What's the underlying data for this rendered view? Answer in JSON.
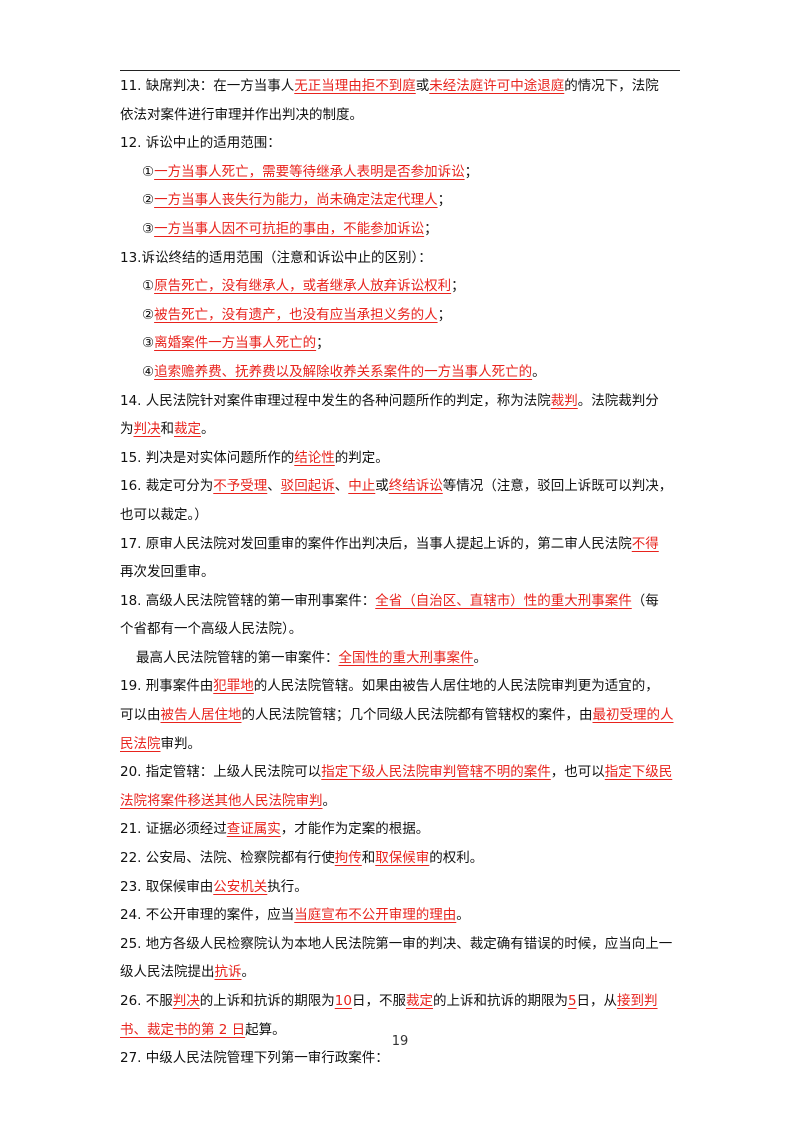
{
  "colors": {
    "highlight": "#e8231d",
    "text": "#111111"
  },
  "lines": [
    {
      "indent": 0,
      "segs": [
        [
          "11. 缺席判决：在一方当事人",
          0
        ],
        [
          "无正当理由拒不到庭",
          1
        ],
        [
          "或",
          0
        ],
        [
          "未经法庭许可中途退庭",
          1
        ],
        [
          "的情况下，法院",
          0
        ]
      ]
    },
    {
      "indent": 0,
      "segs": [
        [
          "依法对案件进行审理并作出判决的制度。",
          0
        ]
      ]
    },
    {
      "indent": 0,
      "segs": [
        [
          "12. 诉讼中止的适用范围：",
          0
        ]
      ]
    },
    {
      "indent": 1,
      "segs": [
        [
          "①",
          0
        ],
        [
          "一方当事人死亡，需要等待继承人表明是否参加诉讼",
          1
        ],
        [
          "；",
          0
        ]
      ]
    },
    {
      "indent": 1,
      "segs": [
        [
          "②",
          0
        ],
        [
          "一方当事人丧失行为能力，尚未确定法定代理人",
          1
        ],
        [
          "；",
          0
        ]
      ]
    },
    {
      "indent": 1,
      "segs": [
        [
          "③",
          0
        ],
        [
          "一方当事人因不可抗拒的事由，不能参加诉讼",
          1
        ],
        [
          "；",
          0
        ]
      ]
    },
    {
      "indent": 0,
      "segs": [
        [
          "13.诉讼终结的适用范围（注意和诉讼中止的区别）：",
          0
        ]
      ]
    },
    {
      "indent": 1,
      "segs": [
        [
          "①",
          0
        ],
        [
          "原告死亡，没有继承人，或者继承人放弃诉讼权利",
          1
        ],
        [
          "；",
          0
        ]
      ]
    },
    {
      "indent": 1,
      "segs": [
        [
          "②",
          0
        ],
        [
          "被告死亡，没有遗产，也没有应当承担义务的人",
          1
        ],
        [
          "；",
          0
        ]
      ]
    },
    {
      "indent": 1,
      "segs": [
        [
          "③",
          0
        ],
        [
          "离婚案件一方当事人死亡的",
          1
        ],
        [
          "；",
          0
        ]
      ]
    },
    {
      "indent": 1,
      "segs": [
        [
          "④",
          0
        ],
        [
          "追索赡养费、抚养费以及解除收养关系案件的一方当事人死亡的",
          1
        ],
        [
          "。",
          0
        ]
      ]
    },
    {
      "indent": 0,
      "segs": [
        [
          "14. 人民法院针对案件审理过程中发生的各种问题所作的判定，称为法院",
          0
        ],
        [
          "裁判",
          1
        ],
        [
          "。法院裁判分",
          0
        ]
      ]
    },
    {
      "indent": 0,
      "segs": [
        [
          "为",
          0
        ],
        [
          "判决",
          1
        ],
        [
          "和",
          0
        ],
        [
          "裁定",
          1
        ],
        [
          "。",
          0
        ]
      ]
    },
    {
      "indent": 0,
      "segs": [
        [
          "15. 判决是对实体问题所作的",
          0
        ],
        [
          "结论性",
          1
        ],
        [
          "的判定。",
          0
        ]
      ]
    },
    {
      "indent": 0,
      "segs": [
        [
          "16. 裁定可分为",
          0
        ],
        [
          "不予受理",
          1
        ],
        [
          "、",
          0
        ],
        [
          "驳回起诉",
          1
        ],
        [
          "、",
          0
        ],
        [
          "中止",
          1
        ],
        [
          "或",
          0
        ],
        [
          "终结诉讼",
          1
        ],
        [
          "等情况（注意，驳回上诉既可以判决，",
          0
        ]
      ]
    },
    {
      "indent": 0,
      "segs": [
        [
          "也可以裁定。）",
          0
        ]
      ]
    },
    {
      "indent": 0,
      "segs": [
        [
          "17. 原审人民法院对发回重审的案件作出判决后，当事人提起上诉的，第二审人民法院",
          0
        ],
        [
          "不得",
          1
        ]
      ]
    },
    {
      "indent": 0,
      "segs": [
        [
          "再次发回重审。",
          0
        ]
      ]
    },
    {
      "indent": 0,
      "segs": [
        [
          "18. 高级人民法院管辖的第一审刑事案件：",
          0
        ],
        [
          "全省（自治区、直辖市）性的重大刑事案件",
          1
        ],
        [
          "（每",
          0
        ]
      ]
    },
    {
      "indent": 0,
      "segs": [
        [
          "个省都有一个高级人民法院）。",
          0
        ]
      ]
    },
    {
      "indent": 2,
      "segs": [
        [
          "最高人民法院管辖的第一审案件：",
          0
        ],
        [
          "全国性的重大刑事案件",
          1
        ],
        [
          "。",
          0
        ]
      ]
    },
    {
      "indent": 0,
      "segs": [
        [
          "19. 刑事案件由",
          0
        ],
        [
          "犯罪地",
          1
        ],
        [
          "的人民法院管辖。如果由被告人居住地的人民法院审判更为适宜的，",
          0
        ]
      ]
    },
    {
      "indent": 0,
      "segs": [
        [
          "可以由",
          0
        ],
        [
          "被告人居住地",
          1
        ],
        [
          "的人民法院管辖；几个同级人民法院都有管辖权的案件，由",
          0
        ],
        [
          "最初受理的人",
          1
        ]
      ]
    },
    {
      "indent": 0,
      "segs": [
        [
          "民法院",
          1
        ],
        [
          "审判。",
          0
        ]
      ]
    },
    {
      "indent": 0,
      "segs": [
        [
          "20. 指定管辖：上级人民法院可以",
          0
        ],
        [
          "指定下级人民法院审判管辖不明的案件",
          1
        ],
        [
          "，也可以",
          0
        ],
        [
          "指定下级民",
          1
        ]
      ]
    },
    {
      "indent": 0,
      "segs": [
        [
          "法院将案件移送其他人民法院审判",
          1
        ],
        [
          "。",
          0
        ]
      ]
    },
    {
      "indent": 0,
      "segs": [
        [
          "21. 证据必须经过",
          0
        ],
        [
          "查证属实",
          1
        ],
        [
          "，才能作为定案的根据。",
          0
        ]
      ]
    },
    {
      "indent": 0,
      "segs": [
        [
          "22. 公安局、法院、检察院都有行使",
          0
        ],
        [
          "拘传",
          1
        ],
        [
          "和",
          0
        ],
        [
          "取保候审",
          1
        ],
        [
          "的权利。",
          0
        ]
      ]
    },
    {
      "indent": 0,
      "segs": [
        [
          "23. 取保候审由",
          0
        ],
        [
          "公安机关",
          1
        ],
        [
          "执行。",
          0
        ]
      ]
    },
    {
      "indent": 0,
      "segs": [
        [
          "24. 不公开审理的案件，应当",
          0
        ],
        [
          "当庭宣布不公开审理的理由",
          1
        ],
        [
          "。",
          0
        ]
      ]
    },
    {
      "indent": 0,
      "segs": [
        [
          "25. 地方各级人民检察院认为本地人民法院第一审的判决、裁定确有错误的时候，应当向上一",
          0
        ]
      ]
    },
    {
      "indent": 0,
      "segs": [
        [
          "级人民法院提出",
          0
        ],
        [
          "抗诉",
          1
        ],
        [
          "。",
          0
        ]
      ]
    },
    {
      "indent": 0,
      "segs": [
        [
          "26. 不服",
          0
        ],
        [
          "判决",
          1
        ],
        [
          "的上诉和抗诉的期限为",
          0
        ],
        [
          "10",
          1
        ],
        [
          "日，不服",
          0
        ],
        [
          "裁定",
          1
        ],
        [
          "的上诉和抗诉的期限为",
          0
        ],
        [
          "5",
          1
        ],
        [
          "日，从",
          0
        ],
        [
          "接到判",
          1
        ]
      ]
    },
    {
      "indent": 0,
      "segs": [
        [
          "书、裁定书的第 2 日",
          1
        ],
        [
          "起算。",
          0
        ]
      ]
    },
    {
      "indent": 0,
      "segs": [
        [
          "27. 中级人民法院管理下列第一审行政案件：",
          0
        ]
      ]
    }
  ],
  "page_number": "19"
}
